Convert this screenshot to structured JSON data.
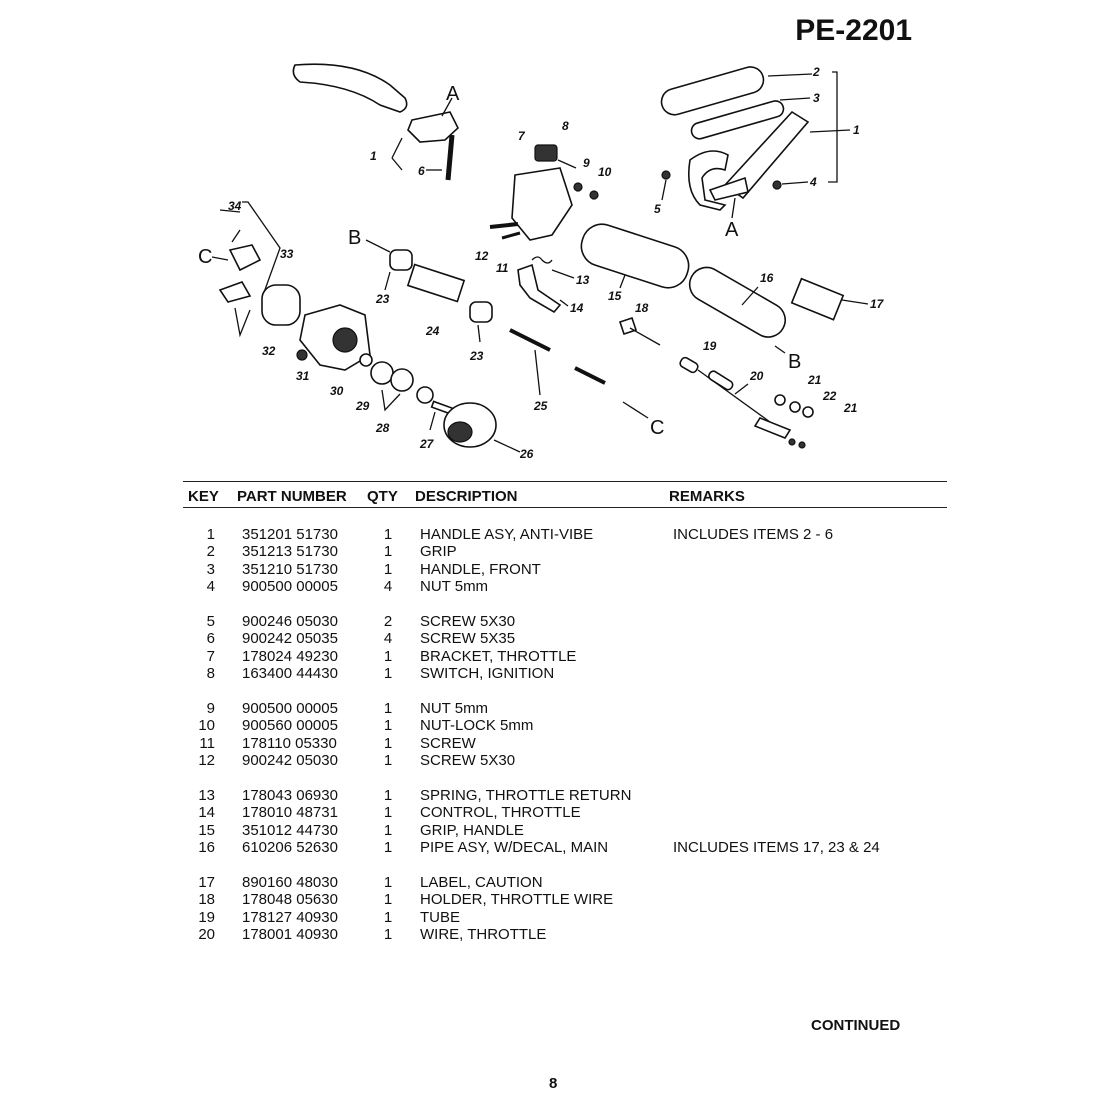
{
  "header": {
    "title": "PE-2201"
  },
  "diagram": {
    "callouts": [
      "1",
      "2",
      "3",
      "4",
      "5",
      "6",
      "7",
      "8",
      "9",
      "10",
      "11",
      "12",
      "13",
      "14",
      "15",
      "16",
      "17",
      "18",
      "19",
      "20",
      "21",
      "22",
      "23",
      "24",
      "25",
      "26",
      "27",
      "28",
      "29",
      "30",
      "31",
      "32",
      "33",
      "34"
    ],
    "section_markers": [
      "A",
      "B",
      "C"
    ]
  },
  "table": {
    "columns": [
      "KEY",
      "PART NUMBER",
      "QTY",
      "DESCRIPTION",
      "REMARKS"
    ],
    "rows": [
      {
        "key": "1",
        "part": "351201 51730",
        "qty": "1",
        "desc": "HANDLE ASY, ANTI-VIBE",
        "remarks": "INCLUDES ITEMS 2 - 6"
      },
      {
        "key": "2",
        "part": "351213 51730",
        "qty": "1",
        "desc": "GRIP",
        "remarks": ""
      },
      {
        "key": "3",
        "part": "351210 51730",
        "qty": "1",
        "desc": "HANDLE, FRONT",
        "remarks": ""
      },
      {
        "key": "4",
        "part": "900500 00005",
        "qty": "4",
        "desc": "NUT  5mm",
        "remarks": ""
      },
      {
        "key": "5",
        "part": "900246 05030",
        "qty": "2",
        "desc": "SCREW  5X30",
        "remarks": ""
      },
      {
        "key": "6",
        "part": "900242 05035",
        "qty": "4",
        "desc": "SCREW  5X35",
        "remarks": ""
      },
      {
        "key": "7",
        "part": "178024 49230",
        "qty": "1",
        "desc": "BRACKET, THROTTLE",
        "remarks": ""
      },
      {
        "key": "8",
        "part": "163400 44430",
        "qty": "1",
        "desc": "SWITCH, IGNITION",
        "remarks": ""
      },
      {
        "key": "9",
        "part": "900500 00005",
        "qty": "1",
        "desc": "NUT  5mm",
        "remarks": ""
      },
      {
        "key": "10",
        "part": "900560 00005",
        "qty": "1",
        "desc": "NUT-LOCK  5mm",
        "remarks": ""
      },
      {
        "key": "11",
        "part": "178110 05330",
        "qty": "1",
        "desc": "SCREW",
        "remarks": ""
      },
      {
        "key": "12",
        "part": "900242 05030",
        "qty": "1",
        "desc": "SCREW  5X30",
        "remarks": ""
      },
      {
        "key": "13",
        "part": "178043 06930",
        "qty": "1",
        "desc": "SPRING, THROTTLE RETURN",
        "remarks": ""
      },
      {
        "key": "14",
        "part": "178010 48731",
        "qty": "1",
        "desc": "CONTROL, THROTTLE",
        "remarks": ""
      },
      {
        "key": "15",
        "part": "351012 44730",
        "qty": "1",
        "desc": "GRIP, HANDLE",
        "remarks": ""
      },
      {
        "key": "16",
        "part": "610206 52630",
        "qty": "1",
        "desc": "PIPE ASY, W/DECAL, MAIN",
        "remarks": "INCLUDES ITEMS 17, 23 & 24"
      },
      {
        "key": "17",
        "part": "890160 48030",
        "qty": "1",
        "desc": "LABEL, CAUTION",
        "remarks": ""
      },
      {
        "key": "18",
        "part": "178048 05630",
        "qty": "1",
        "desc": "HOLDER, THROTTLE  WIRE",
        "remarks": ""
      },
      {
        "key": "19",
        "part": "178127 40930",
        "qty": "1",
        "desc": "TUBE",
        "remarks": ""
      },
      {
        "key": "20",
        "part": "178001 40930",
        "qty": "1",
        "desc": "WIRE, THROTTLE",
        "remarks": ""
      }
    ]
  },
  "footer": {
    "continued": "CONTINUED",
    "page_number": "8"
  }
}
